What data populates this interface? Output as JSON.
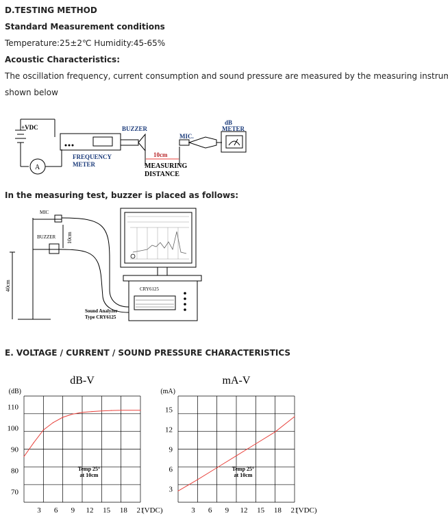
{
  "section_d": {
    "heading": "D.TESTING METHOD",
    "conditions_heading": "Standard Measurement conditions",
    "conditions_text": "Temperature:25±2℃  Humidity:45-65%",
    "acoustic_heading": "Acoustic Characteristics:",
    "acoustic_text_line1": "The oscillation frequency, current consumption and sound pressure are measured by the measuring instruments",
    "acoustic_text_line2": "shown below"
  },
  "diagram1": {
    "vdc_label": "+VDC",
    "ammeter_label": "A",
    "frequency_meter_label1": "FREQUENCY",
    "frequency_meter_label2": "METER",
    "buzzer_label": "BUZZER",
    "mic_label": "MIC.",
    "db_label": "dB",
    "meter_label": "METER",
    "distance_value": "10cm",
    "measuring_label1": "MEASURING",
    "measuring_label2": "DISTANCE"
  },
  "placement": {
    "heading": "In the measuring test, buzzer is placed as follows:",
    "mic_label": "MIC",
    "buzzer_label": "BUZZER",
    "distance_10": "10cm",
    "distance_40": "40cm",
    "device_label": "CRY6125",
    "analyzer_label1": "Sound Analyzer",
    "analyzer_label2": "Type CRY6125"
  },
  "section_e": {
    "heading": "E. VOLTAGE / CURRENT / SOUND PRESSURE CHARACTERISTICS"
  },
  "chart_data": [
    {
      "type": "line",
      "title": "dB-V",
      "ylabel": "(dB)",
      "xlabel": "(VDC)",
      "x_ticks": [
        "3",
        "6",
        "9",
        "12",
        "15",
        "18",
        "21"
      ],
      "y_ticks": [
        "110",
        "100",
        "90",
        "80",
        "70"
      ],
      "ylim": [
        65,
        115
      ],
      "xlim": [
        3,
        21
      ],
      "annotation_line1": "Temp 25°",
      "annotation_line2": "at 10cm",
      "grid": true,
      "x": [
        3,
        4.5,
        6,
        7.5,
        9,
        10.5,
        12,
        13.5,
        15,
        16.5,
        18,
        21
      ],
      "y": [
        86.5,
        93,
        99,
        102.5,
        105,
        106.5,
        107.3,
        107.7,
        108,
        108.2,
        108.3,
        108.3
      ],
      "color": "#e8423c"
    },
    {
      "type": "line",
      "title": "mA-V",
      "ylabel": "(mA)",
      "xlabel": "(VDC)",
      "x_ticks": [
        "3",
        "6",
        "9",
        "12",
        "15",
        "18",
        "21"
      ],
      "y_ticks": [
        "15",
        "12",
        "9",
        "6",
        "3"
      ],
      "ylim": [
        1,
        17
      ],
      "xlim": [
        3,
        21
      ],
      "annotation_line1": "Temp 25°",
      "annotation_line2": "at 10cm",
      "grid": true,
      "x": [
        3,
        6,
        9,
        12,
        15,
        18,
        21
      ],
      "y": [
        2.7,
        4.4,
        6.2,
        8.0,
        9.8,
        11.6,
        13.9
      ],
      "color": "#e8423c"
    }
  ]
}
